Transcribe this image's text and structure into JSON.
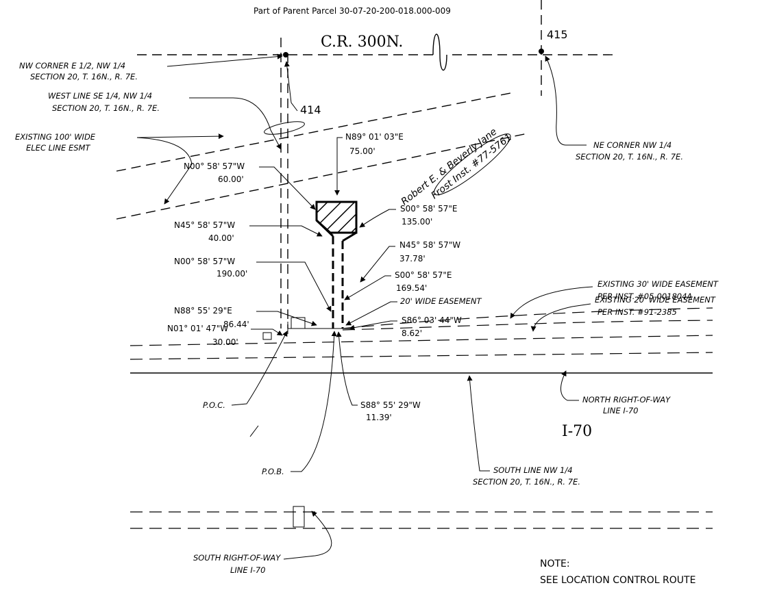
{
  "header": {
    "parcel": "Part of Parent Parcel 30-07-20-200-018.000-009"
  },
  "roads": {
    "north_road": "C.R. 300N.",
    "interstate": "I-70"
  },
  "points": {
    "p414": "414",
    "p415": "415",
    "poc": "P.O.C.",
    "pob": "P.O.B."
  },
  "owner": {
    "line1": "Robert E. & Beverly Jane",
    "line2": "Frost Inst. #77-5761"
  },
  "labels": {
    "nw_corner": [
      "NW CORNER E 1/2, NW 1/4",
      "SECTION 20, T. 16N., R. 7E."
    ],
    "west_line": [
      "WEST LINE SE 1/4, NW 1/4",
      "SECTION 20, T. 16N., R. 7E."
    ],
    "elec_esmt": [
      "EXISTING 100' WIDE",
      "ELEC LINE ESMT"
    ],
    "ne_corner": [
      "NE CORNER NW 1/4",
      "SECTION 20, T. 16N., R. 7E."
    ],
    "esmt30": [
      "EXISTING 30' WIDE EASEMENT",
      "PER INST. #05-001804A"
    ],
    "esmt20": [
      "EXISTING 20' WIDE EASEMENT",
      "PER INST. #91-2385"
    ],
    "wide20": "20' WIDE EASEMENT",
    "north_row": [
      "NORTH RIGHT-OF-WAY",
      "LINE I-70"
    ],
    "south_line": [
      "SOUTH LINE NW 1/4",
      "SECTION 20, T. 16N., R. 7E."
    ],
    "south_row": [
      "SOUTH RIGHT-OF-WAY",
      "LINE I-70"
    ]
  },
  "courses": {
    "c1": [
      "N89° 01' 03\"E",
      "75.00'"
    ],
    "c2": [
      "N00° 58' 57\"W",
      "60.00'"
    ],
    "c3": [
      "S00° 58' 57\"E",
      "135.00'"
    ],
    "c4": [
      "N45° 58' 57\"W",
      "40.00'"
    ],
    "c5": [
      "N45° 58' 57\"W",
      "37.78'"
    ],
    "c6": [
      "N00° 58' 57\"W",
      "190.00'"
    ],
    "c7": [
      "S00° 58' 57\"E",
      "169.54'"
    ],
    "c8": [
      "N88° 55' 29\"E",
      "86.44'"
    ],
    "c9": [
      "S86° 03' 44\"W",
      "8.62'"
    ],
    "c10": [
      "N01° 01' 47\"W",
      "30.00'"
    ],
    "c11": [
      "S88° 55' 29\"W",
      "11.39'"
    ]
  },
  "note": {
    "title": "NOTE:",
    "text": "SEE LOCATION CONTROL ROUTE"
  }
}
